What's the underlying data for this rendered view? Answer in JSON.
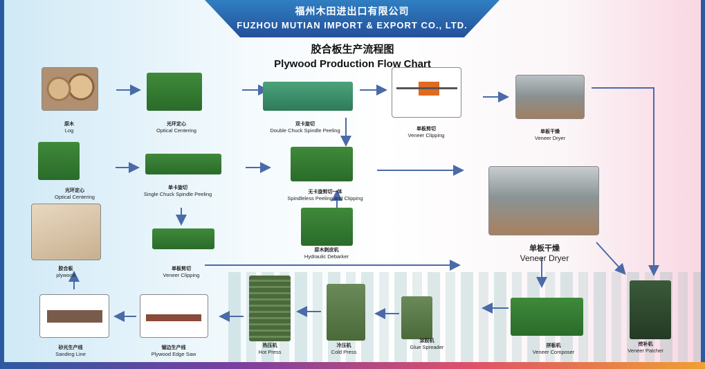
{
  "header": {
    "company_cn": "福州木田进出口有限公司",
    "company_en": "FUZHOU MUTIAN IMPORT & EXPORT CO., LTD."
  },
  "title": {
    "cn": "胶合板生产流程图",
    "en": "Plywood Production Flow Chart"
  },
  "steps": [
    {
      "cn": "原木",
      "en": "Log"
    },
    {
      "cn": "光环定心",
      "en": "Optical Centering"
    },
    {
      "cn": "双卡旋切",
      "en": "Double Chuck Spindle Peeling"
    },
    {
      "cn": "单板剪切",
      "en": "Veneer Clipping"
    },
    {
      "cn": "单板干燥",
      "en": "Veneer Dryer"
    },
    {
      "cn": "光环定心",
      "en": "Optical Centering"
    },
    {
      "cn": "单卡旋切",
      "en": "Single Chuck Spindle Peeling"
    },
    {
      "cn": "无卡旋剪切一体",
      "en": "Spindleless Peeling and Clipping"
    },
    {
      "cn": "原木剥皮机",
      "en": "Hydraulic Debarker"
    },
    {
      "cn": "胶合板",
      "en": "plywood"
    },
    {
      "cn": "单板剪切",
      "en": "Veneer Clipping"
    },
    {
      "cn": "单板干燥",
      "en": "Veneer Dryer"
    },
    {
      "cn": "挖补机",
      "en": "Veneer Patcher"
    },
    {
      "cn": "拼板机",
      "en": "Veneer Composer"
    },
    {
      "cn": "涂胶机",
      "en": "Glue Spreader"
    },
    {
      "cn": "冷压机",
      "en": "Cold Press"
    },
    {
      "cn": "热压机",
      "en": "Hot Press"
    },
    {
      "cn": "锯边生产线",
      "en": "Plywood Edge Saw"
    },
    {
      "cn": "砂光生产线",
      "en": "Sanding Line"
    }
  ],
  "colors": {
    "banner": "#24509a",
    "arrow": "#4a6aa8",
    "machine": "#2f7a2f"
  }
}
